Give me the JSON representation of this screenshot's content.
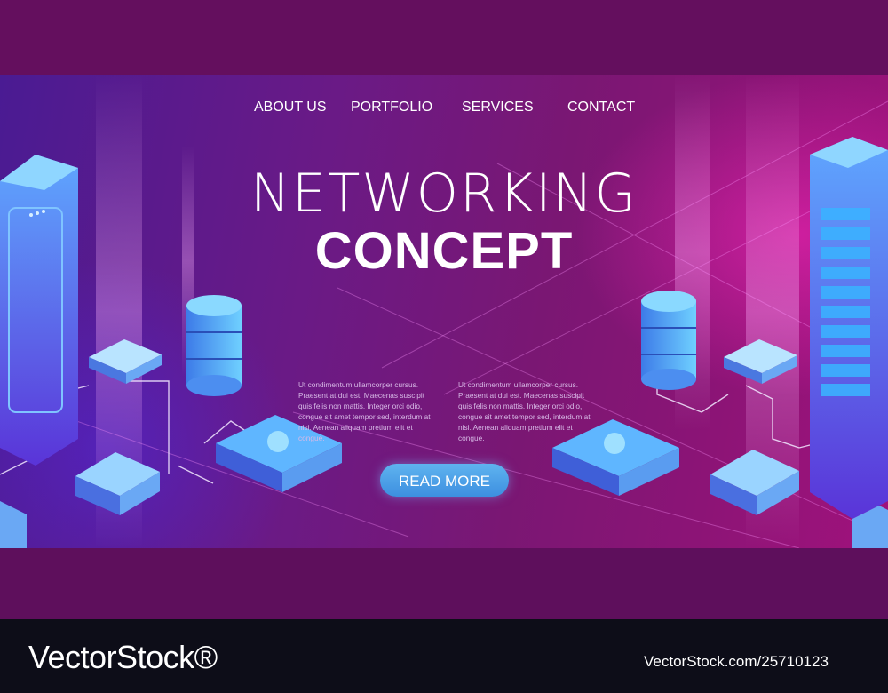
{
  "nav": {
    "items": [
      {
        "label": "ABOUT US"
      },
      {
        "label": "PORTFOLIO"
      },
      {
        "label": "SERVICES"
      },
      {
        "label": "CONTACT"
      }
    ]
  },
  "hero": {
    "title_line1": "NETWORKING",
    "title_line2": "CONCEPT",
    "paragraphs": [
      "Ut condimentum ullamcorper cursus. Praesent at dui est. Maecenas suscipit quis felis non mattis. Integer orci odio, congue sit amet tempor sed, interdum at nisi. Aenean aliquam pretium elit et congue.",
      "Ut condimentum ullamcorper cursus. Praesent at dui est. Maecenas suscipit quis felis non mattis. Integer orci odio, congue sit amet tempor sed, interdum at nisi. Aenean aliquam pretium elit et congue."
    ],
    "button_label": "READ MORE"
  },
  "watermark": {
    "brand": "VectorStock®",
    "id_text": "VectorStock.com/25710123"
  },
  "colors": {
    "band": "#5e0f5c",
    "button": "#4aa2e8",
    "footer": "#0d0d18",
    "accent_pink": "#ff3fc6",
    "accent_blue": "#4c6cf2"
  }
}
